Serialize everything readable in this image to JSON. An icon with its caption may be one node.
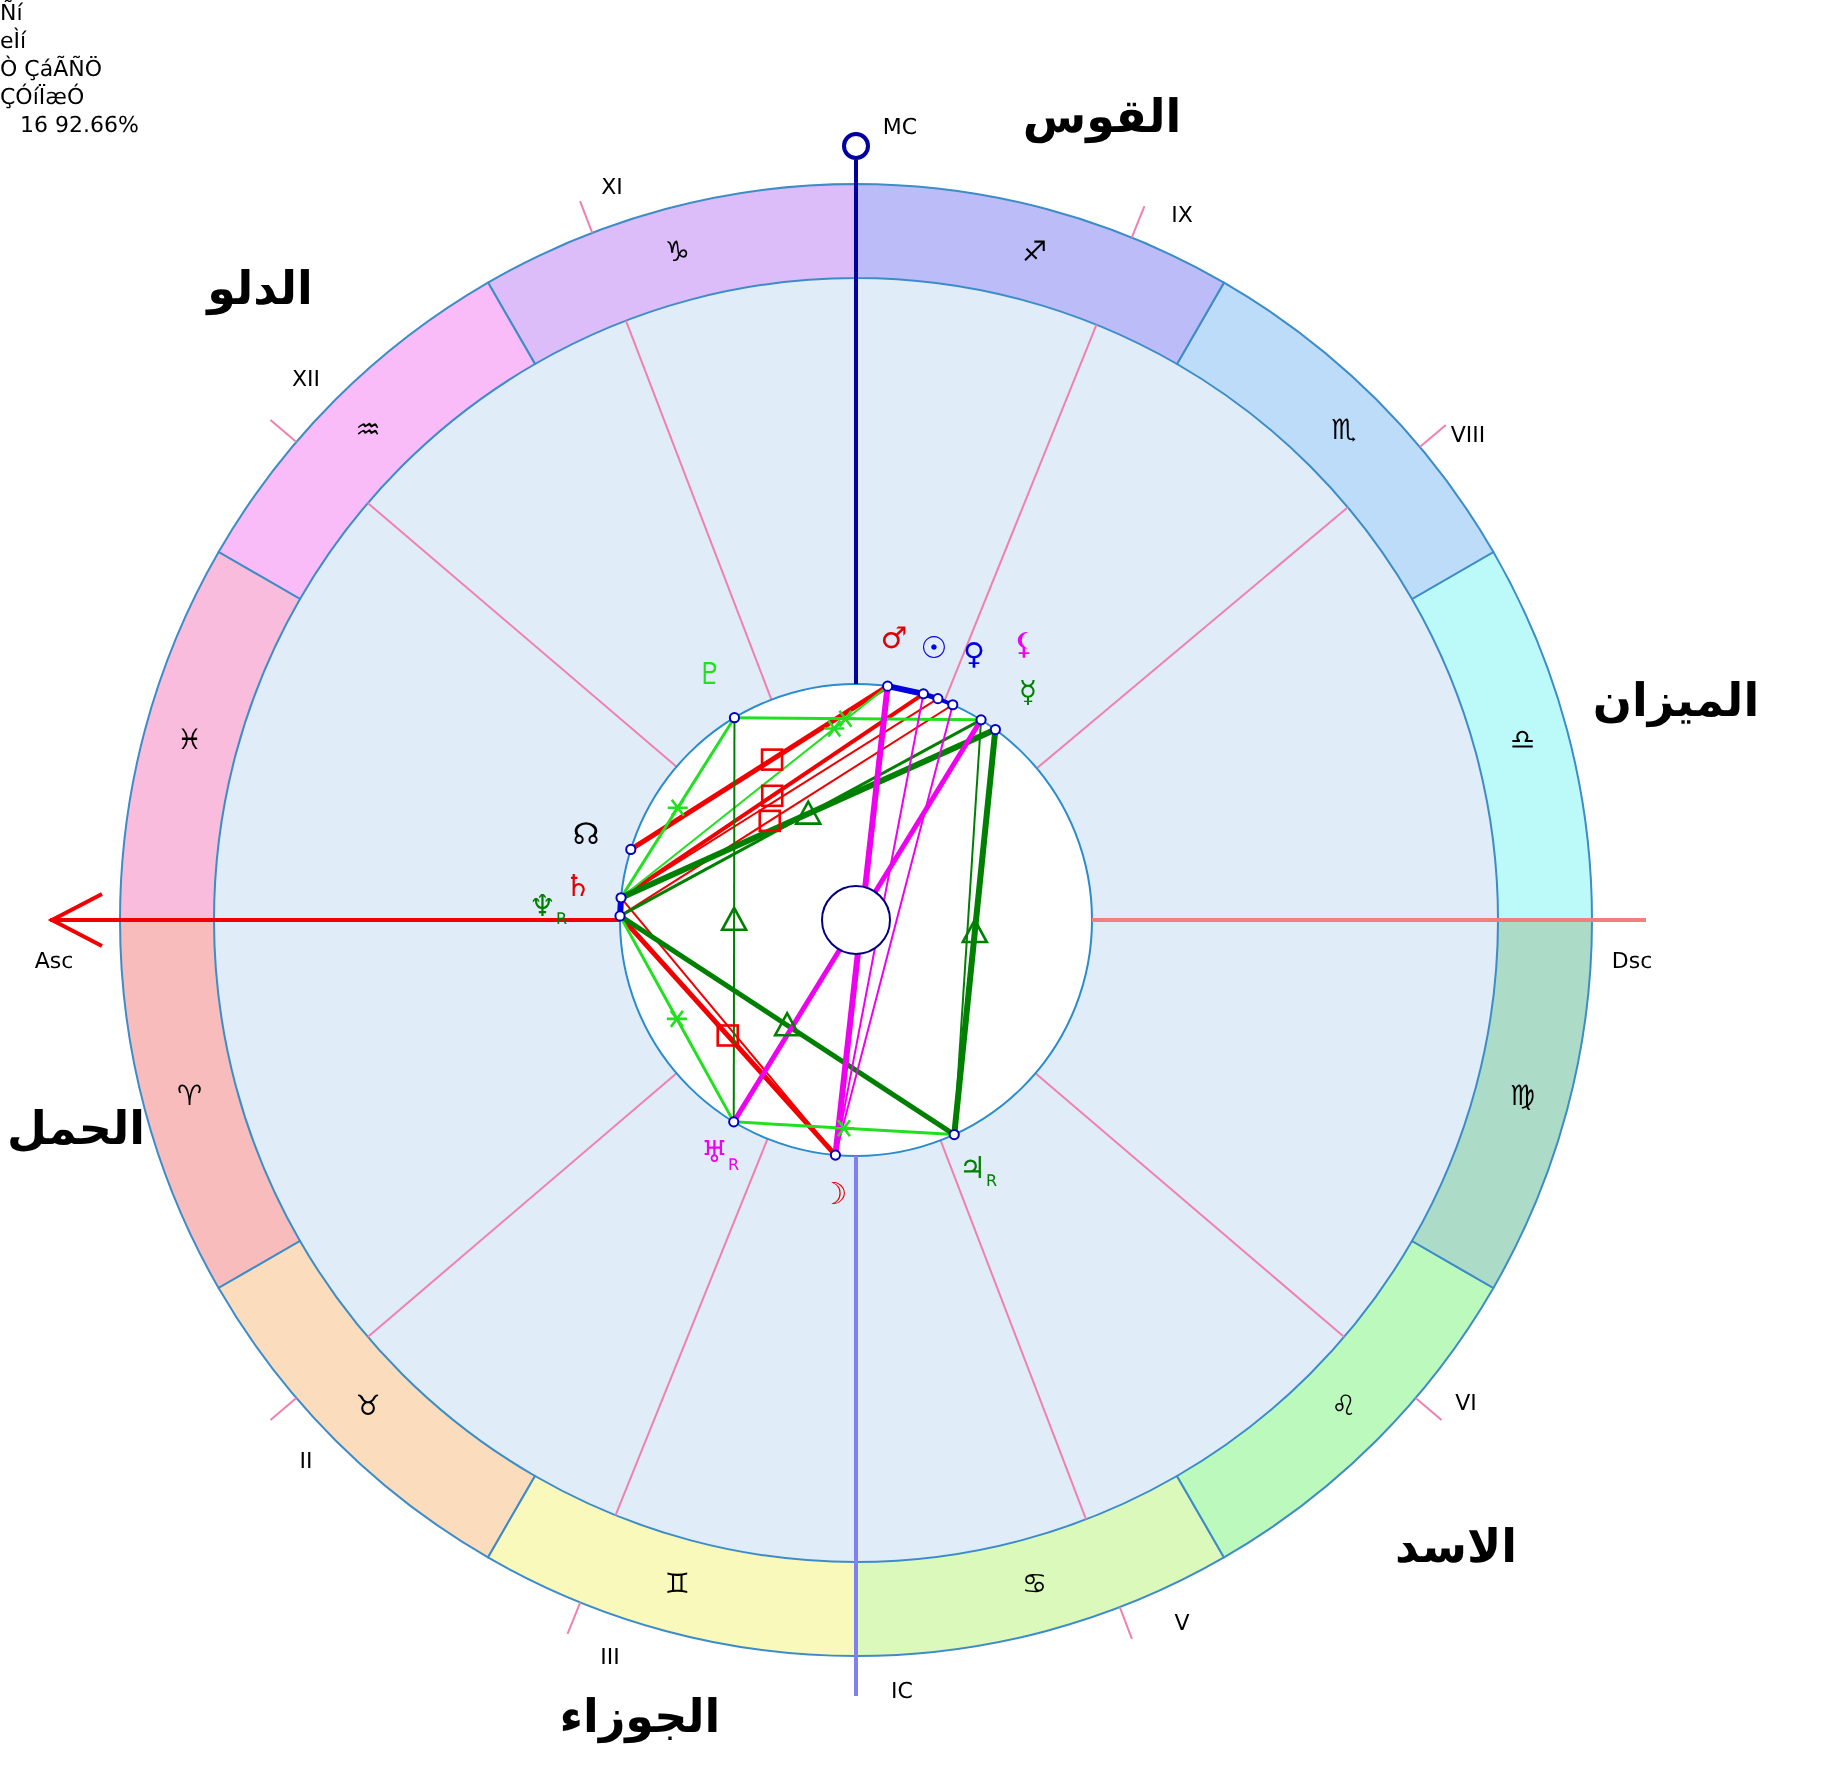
{
  "diagram": {
    "labels": [
      "Ñí",
      "eÌí",
      "Ò ÇáÃÑÖ",
      "ÇÓíÏæÓ",
      "16 92.66%",
      "MC",
      "القوس",
      "XI",
      "IX",
      "♑",
      "♐",
      "الدلو",
      "XII",
      "♒",
      "VIII",
      "♏",
      "♂",
      "☉",
      "♀",
      "⚸",
      "♇",
      "☿",
      "الميزان",
      "♓",
      "♎",
      "☊",
      "♄",
      "♆$_{R}$",
      "Asc",
      "Dsc",
      "♍",
      "الحمل",
      "♈",
      "♅$_{R}$",
      "♃$_{R}$",
      "☽",
      "♉",
      "♌",
      "VI",
      "II",
      "الاسد",
      "♊",
      "♋",
      "V",
      "III",
      "IC",
      "الجوزاء"
    ]
  }
}
